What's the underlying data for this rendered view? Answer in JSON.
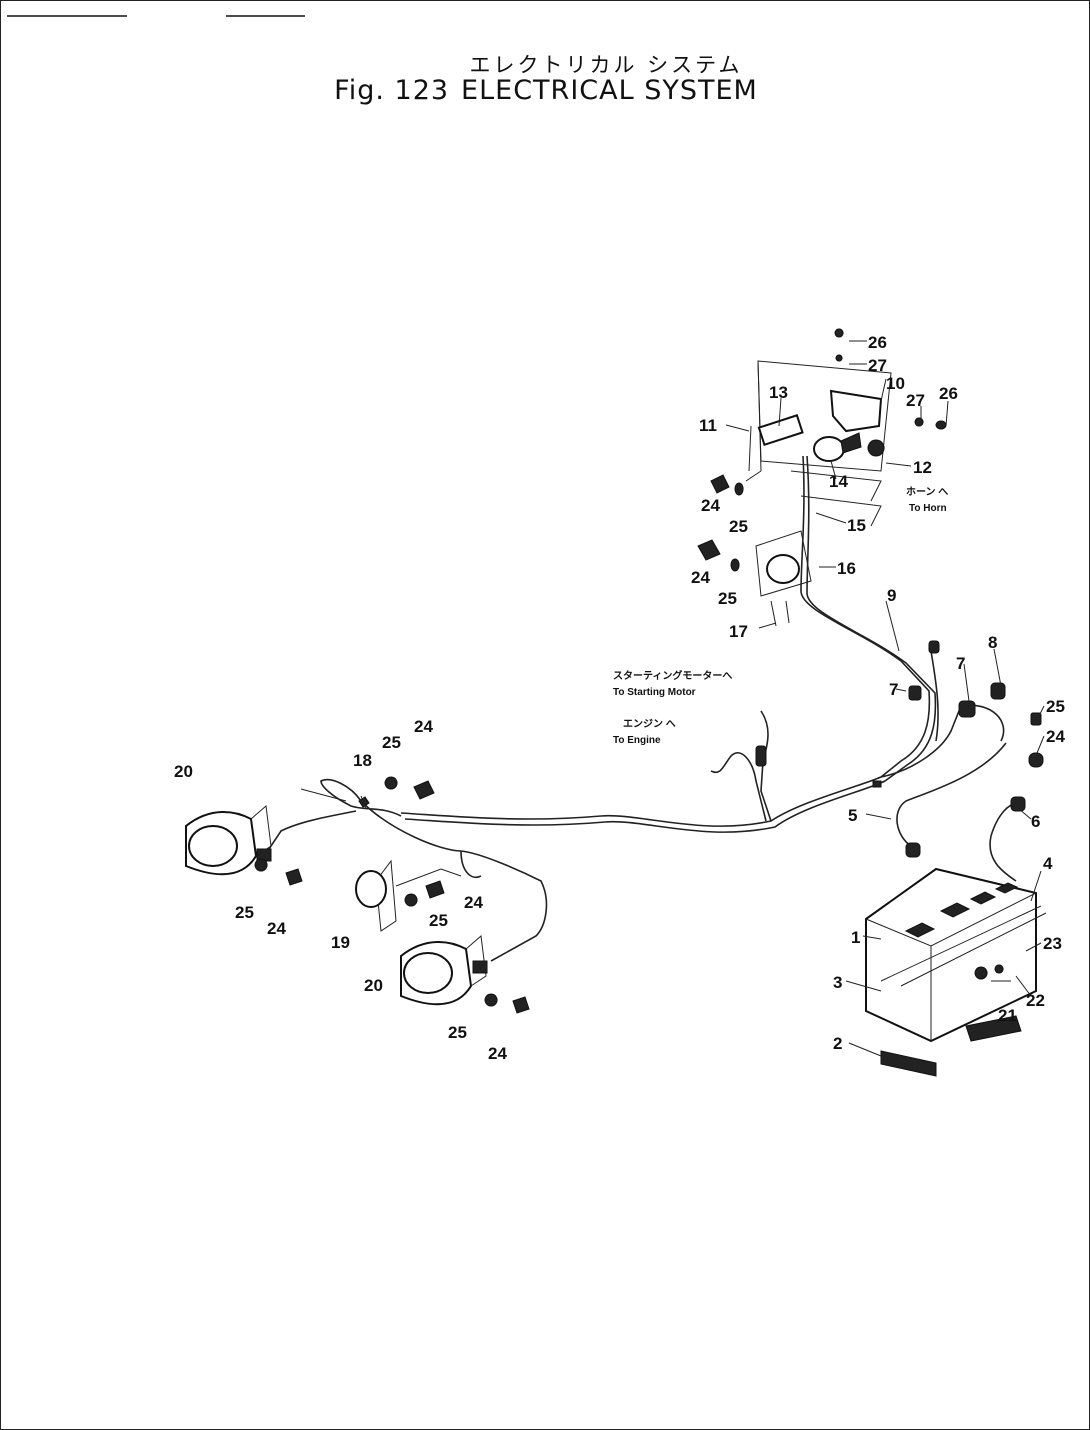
{
  "header": {
    "title_jp": "エレクトリカル システム",
    "fig_label": "Fig. 123",
    "title_en": "ELECTRICAL SYSTEM"
  },
  "notes": {
    "horn_jp": "ホーン へ",
    "horn_en": "To Horn",
    "starting_motor_jp": "スターティングモーターへ",
    "starting_motor_en": "To Starting Motor",
    "engine_jp": "エンジン へ",
    "engine_en": "To Engine"
  },
  "callouts": [
    "26",
    "27",
    "10",
    "27",
    "26",
    "13",
    "11",
    "12",
    "14",
    "24",
    "25",
    "15",
    "24",
    "16",
    "25",
    "17",
    "9",
    "8",
    "7",
    "7",
    "25",
    "24",
    "5",
    "6",
    "4",
    "1",
    "23",
    "3",
    "22",
    "21",
    "2",
    "24",
    "25",
    "18",
    "20",
    "25",
    "24",
    "19",
    "24",
    "25",
    "20",
    "25",
    "24"
  ]
}
